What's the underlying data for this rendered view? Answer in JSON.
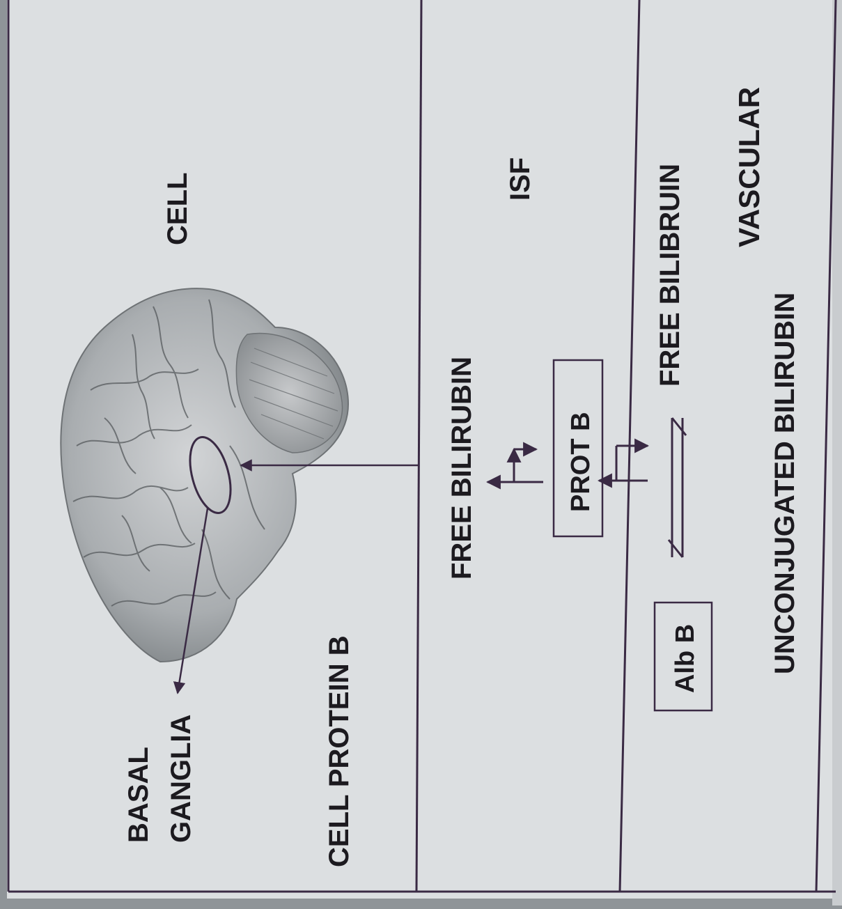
{
  "diagram": {
    "line_color": "#3a2a44",
    "paper_color": "#dcdfe1",
    "text_color": "#1c1a1f",
    "zones": {
      "cell": "CELL",
      "isf": "ISF",
      "vascular": "VASCULAR"
    },
    "labels": {
      "basal": "BASAL",
      "ganglia": "GANGLIA",
      "cell_protein_b": "CELL PROTEIN B",
      "free_bilirubin_isf": "FREE BILIRUBIN",
      "prot_b": "PROT B",
      "alb_b": "Alb B",
      "free_bilirubin_vascular": "FREE BILIBRUIN",
      "unconjugated_bilirubin": "UNCONJUGATED BILIRUBIN"
    },
    "icons": {
      "brain": "brain-illustration"
    }
  }
}
